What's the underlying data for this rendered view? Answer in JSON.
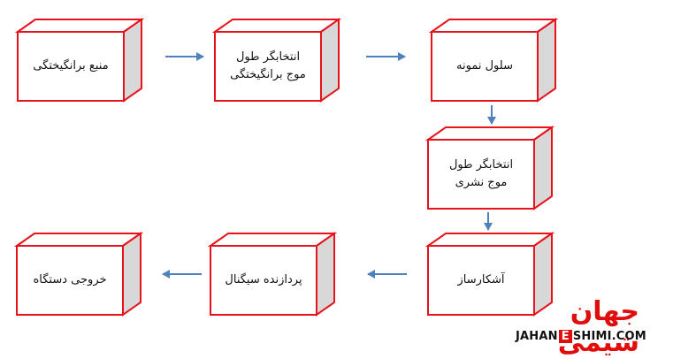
{
  "diagram": {
    "boxes": [
      {
        "id": "source",
        "label": "منبع برانگیختگی"
      },
      {
        "id": "excitation-selector",
        "label": "انتخابگر طول\nموج برانگیختگی"
      },
      {
        "id": "sample-cell",
        "label": "سلول نمونه"
      },
      {
        "id": "emission-selector",
        "label": "انتخابگر طول\nموج نشری"
      },
      {
        "id": "detector",
        "label": "آشکارساز"
      },
      {
        "id": "signal-processor",
        "label": "پردازنده سیگنال"
      },
      {
        "id": "output",
        "label": "خروجی دستگاه"
      }
    ],
    "colors": {
      "box_border": "#e8121b",
      "box_face": "#ffffff",
      "box_top": "#ffffff",
      "box_side": "#d8d8d8",
      "arrow": "#4f81bd"
    }
  },
  "logo": {
    "fa": "جهان شیمی",
    "en_pre": "JAHAN",
    "en_mid": "E",
    "en_post": "SHIMI.COM"
  }
}
